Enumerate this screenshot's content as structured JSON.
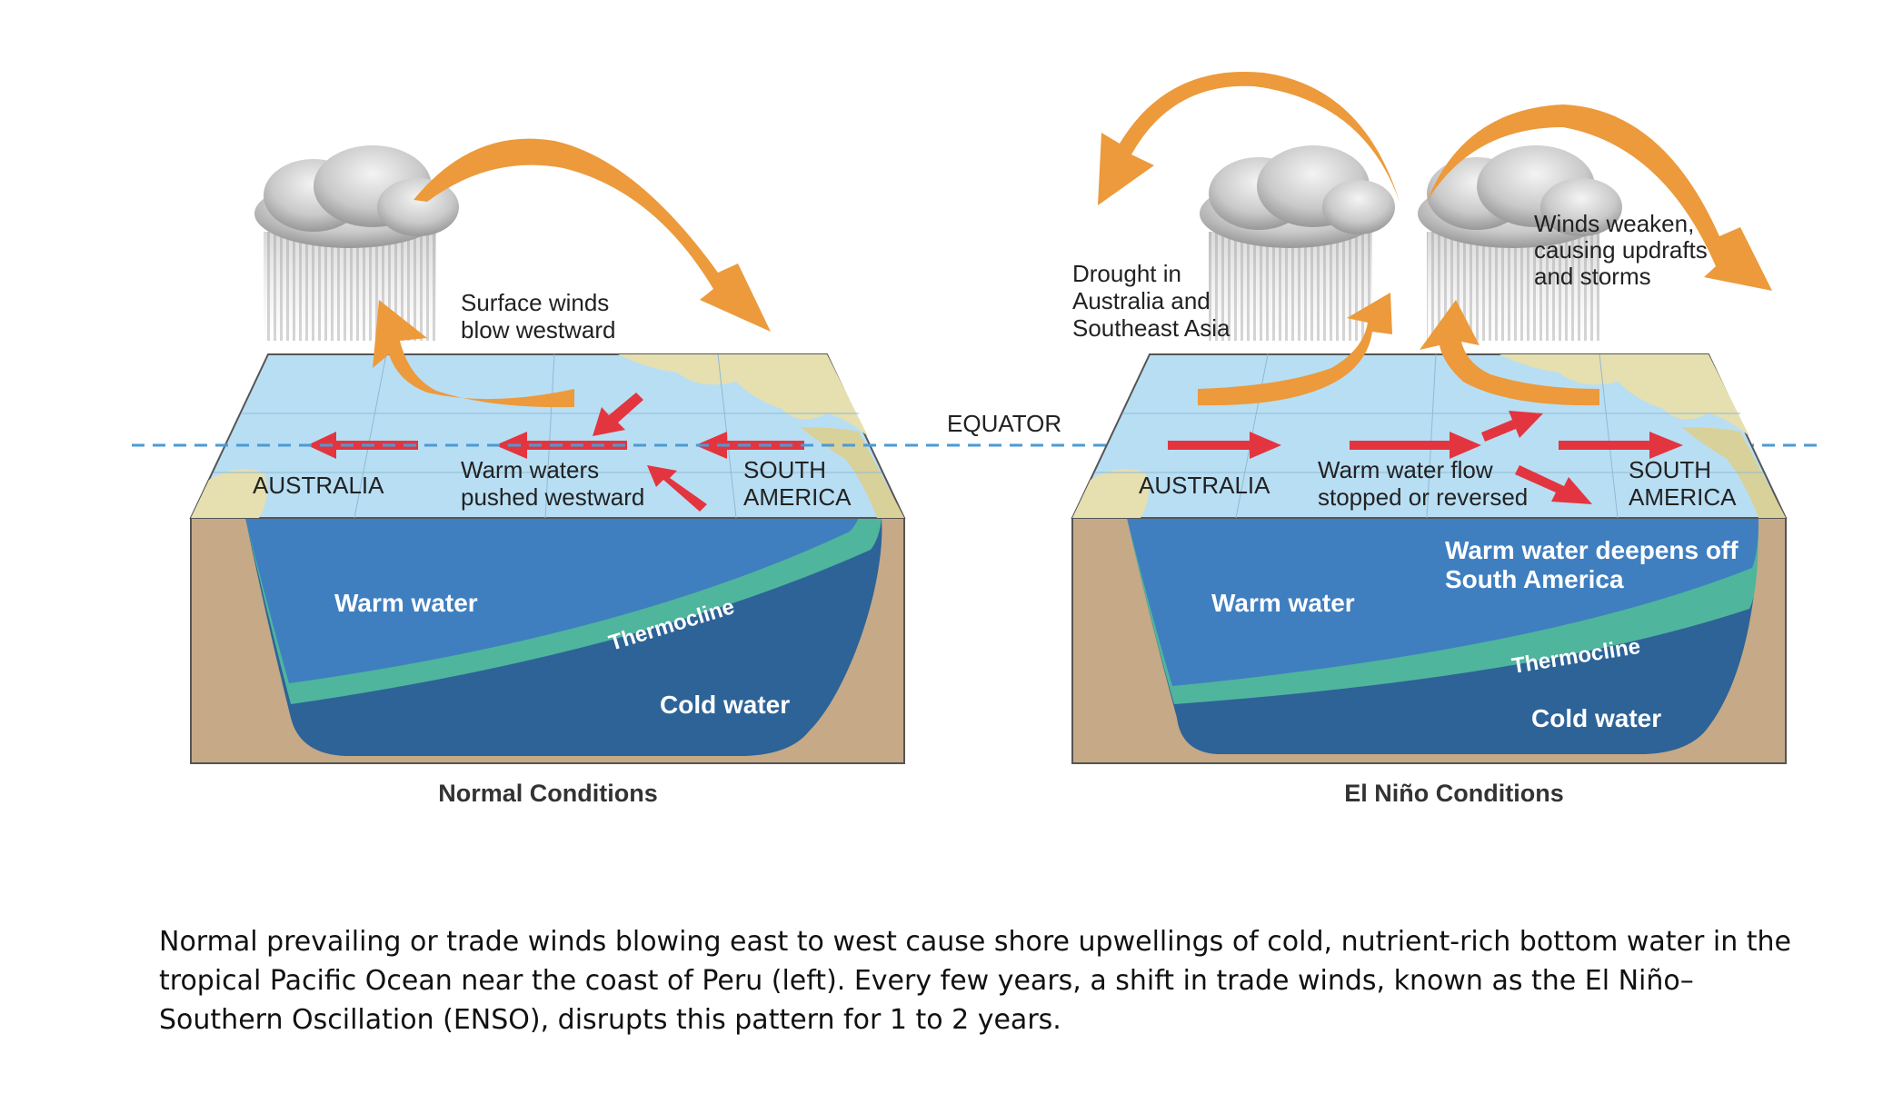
{
  "equator_label": "EQUATOR",
  "normal": {
    "title": "Normal Conditions",
    "winds_label": [
      "Surface winds",
      "blow westward"
    ],
    "australia": "AUSTRALIA",
    "south_america": [
      "SOUTH",
      "AMERICA"
    ],
    "flow_label": [
      "Warm waters",
      "pushed westward"
    ],
    "warm_water": "Warm water",
    "thermocline": "Thermocline",
    "cold_water": "Cold water"
  },
  "elnino": {
    "title": "El Niño Conditions",
    "drought_label": [
      "Drought in",
      "Australia and",
      "Southeast Asia"
    ],
    "winds_label": [
      "Winds weaken,",
      "causing updrafts",
      "and storms"
    ],
    "australia": "AUSTRALIA",
    "south_america": [
      "SOUTH",
      "AMERICA"
    ],
    "flow_label": [
      "Warm water flow",
      "stopped or reversed"
    ],
    "deepens_label": [
      "Warm water deepens off",
      "South America"
    ],
    "warm_water": "Warm water",
    "thermocline": "Thermocline",
    "cold_water": "Cold water"
  },
  "caption": "Normal prevailing or trade winds blowing east to west cause shore upwellings of cold, nutrient-rich bottom water in the tropical Pacific Ocean near the coast of Peru (left). Every few years, a shift in trade winds, known as the El Niño–Southern Oscillation (ENSO), disrupts this pattern for 1 to 2 years.",
  "colors": {
    "ocean_surface": "#b8def3",
    "land": "#e6dfb0",
    "warm_water": "#3f7fc0",
    "cold_water": "#2d6397",
    "thermocline": "#4fb59d",
    "seabed": "#c6a987",
    "wind_arrow": "#ec9a3b",
    "current_arrow": "#e3353f",
    "equator_line": "#4a9bd6"
  }
}
